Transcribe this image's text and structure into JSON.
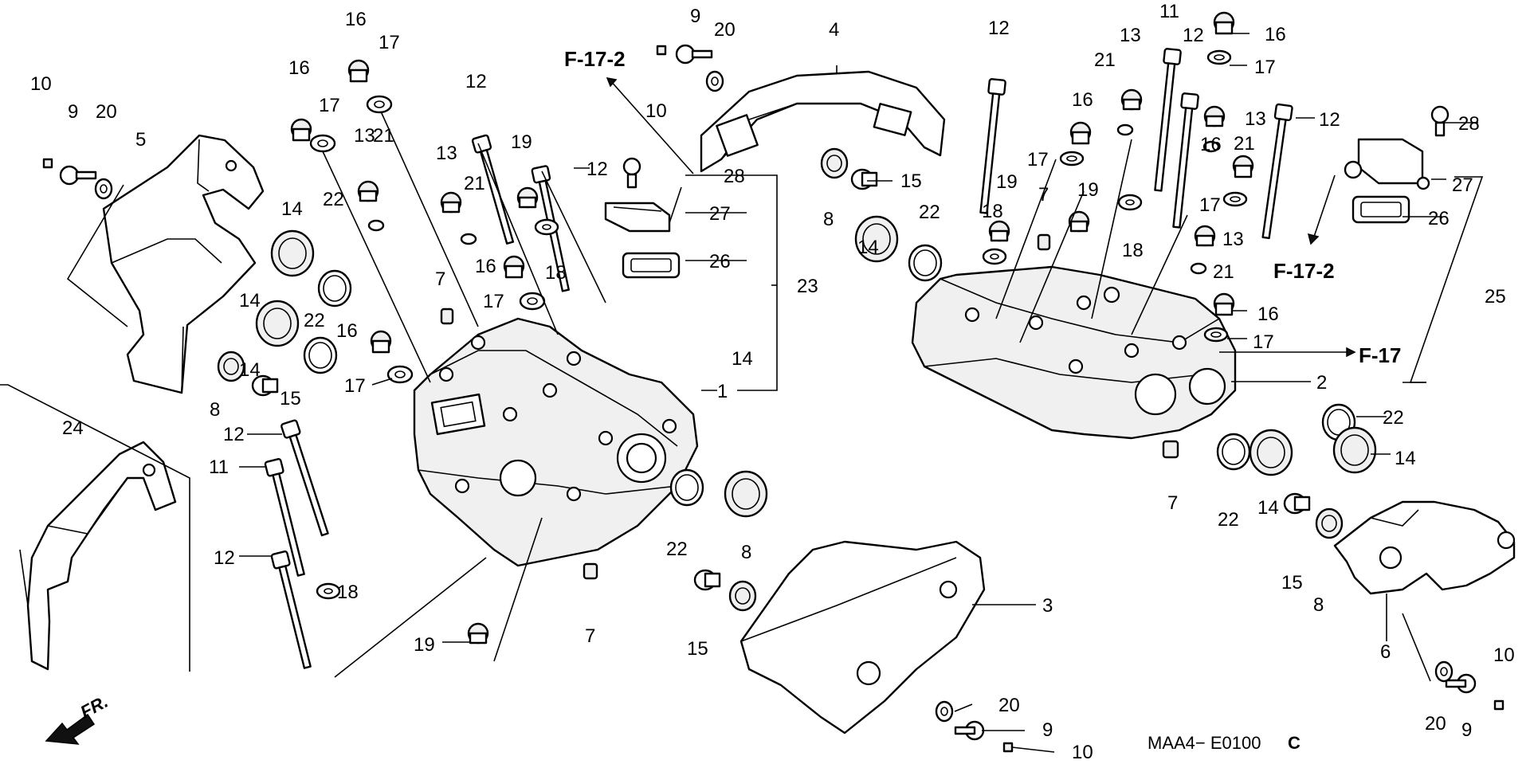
{
  "diagram": {
    "callouts": [
      {
        "id": "c1",
        "text": "1"
      },
      {
        "id": "c2",
        "text": "2"
      },
      {
        "id": "c3",
        "text": "3"
      },
      {
        "id": "c4",
        "text": "4"
      },
      {
        "id": "c5",
        "text": "5"
      },
      {
        "id": "c6",
        "text": "6"
      },
      {
        "id": "c7a",
        "text": "7"
      },
      {
        "id": "c7b",
        "text": "7"
      },
      {
        "id": "c7c",
        "text": "7"
      },
      {
        "id": "c7d",
        "text": "7"
      },
      {
        "id": "c8a",
        "text": "8"
      },
      {
        "id": "c8b",
        "text": "8"
      },
      {
        "id": "c8c",
        "text": "8"
      },
      {
        "id": "c8d",
        "text": "8"
      },
      {
        "id": "c9a",
        "text": "9"
      },
      {
        "id": "c9b",
        "text": "9"
      },
      {
        "id": "c9c",
        "text": "9"
      },
      {
        "id": "c9d",
        "text": "9"
      },
      {
        "id": "c10a",
        "text": "10"
      },
      {
        "id": "c10b",
        "text": "10"
      },
      {
        "id": "c10c",
        "text": "10"
      },
      {
        "id": "c10d",
        "text": "10"
      },
      {
        "id": "c11a",
        "text": "11"
      },
      {
        "id": "c11b",
        "text": "11"
      },
      {
        "id": "c12a",
        "text": "12"
      },
      {
        "id": "c12b",
        "text": "12"
      },
      {
        "id": "c12c",
        "text": "12"
      },
      {
        "id": "c12d",
        "text": "12"
      },
      {
        "id": "c12e",
        "text": "12"
      },
      {
        "id": "c12f",
        "text": "12"
      },
      {
        "id": "c12g",
        "text": "12"
      },
      {
        "id": "c13a",
        "text": "13"
      },
      {
        "id": "c13b",
        "text": "13"
      },
      {
        "id": "c13c",
        "text": "13"
      },
      {
        "id": "c13d",
        "text": "13"
      },
      {
        "id": "c13e",
        "text": "13"
      },
      {
        "id": "c14a",
        "text": "14"
      },
      {
        "id": "c14b",
        "text": "14"
      },
      {
        "id": "c14c",
        "text": "14"
      },
      {
        "id": "c14d",
        "text": "14"
      },
      {
        "id": "c14e",
        "text": "14"
      },
      {
        "id": "c14f",
        "text": "14"
      },
      {
        "id": "c14g",
        "text": "14"
      },
      {
        "id": "c15a",
        "text": "15"
      },
      {
        "id": "c15b",
        "text": "15"
      },
      {
        "id": "c15c",
        "text": "15"
      },
      {
        "id": "c15d",
        "text": "15"
      },
      {
        "id": "c16a",
        "text": "16"
      },
      {
        "id": "c16b",
        "text": "16"
      },
      {
        "id": "c16c",
        "text": "16"
      },
      {
        "id": "c16d",
        "text": "16"
      },
      {
        "id": "c16e",
        "text": "16"
      },
      {
        "id": "c16f",
        "text": "16"
      },
      {
        "id": "c16g",
        "text": "16"
      },
      {
        "id": "c16h",
        "text": "16"
      },
      {
        "id": "c17a",
        "text": "17"
      },
      {
        "id": "c17b",
        "text": "17"
      },
      {
        "id": "c17c",
        "text": "17"
      },
      {
        "id": "c17d",
        "text": "17"
      },
      {
        "id": "c17e",
        "text": "17"
      },
      {
        "id": "c17f",
        "text": "17"
      },
      {
        "id": "c17g",
        "text": "17"
      },
      {
        "id": "c17h",
        "text": "17"
      },
      {
        "id": "c18a",
        "text": "18"
      },
      {
        "id": "c18b",
        "text": "18"
      },
      {
        "id": "c18c",
        "text": "18"
      },
      {
        "id": "c18d",
        "text": "18"
      },
      {
        "id": "c19a",
        "text": "19"
      },
      {
        "id": "c19b",
        "text": "19"
      },
      {
        "id": "c19c",
        "text": "19"
      },
      {
        "id": "c19d",
        "text": "19"
      },
      {
        "id": "c20a",
        "text": "20"
      },
      {
        "id": "c20b",
        "text": "20"
      },
      {
        "id": "c20c",
        "text": "20"
      },
      {
        "id": "c20d",
        "text": "20"
      },
      {
        "id": "c21a",
        "text": "21"
      },
      {
        "id": "c21b",
        "text": "21"
      },
      {
        "id": "c21c",
        "text": "21"
      },
      {
        "id": "c21d",
        "text": "21"
      },
      {
        "id": "c21e",
        "text": "21"
      },
      {
        "id": "c22a",
        "text": "22"
      },
      {
        "id": "c22b",
        "text": "22"
      },
      {
        "id": "c22c",
        "text": "22"
      },
      {
        "id": "c22d",
        "text": "22"
      },
      {
        "id": "c22e",
        "text": "22"
      },
      {
        "id": "c22f",
        "text": "22"
      },
      {
        "id": "c23",
        "text": "23"
      },
      {
        "id": "c24",
        "text": "24"
      },
      {
        "id": "c25",
        "text": "25"
      },
      {
        "id": "c26a",
        "text": "26"
      },
      {
        "id": "c26b",
        "text": "26"
      },
      {
        "id": "c27a",
        "text": "27"
      },
      {
        "id": "c27b",
        "text": "27"
      },
      {
        "id": "c28a",
        "text": "28"
      },
      {
        "id": "c28b",
        "text": "28"
      }
    ],
    "references": {
      "ref_f17_2_top": "F-17-2",
      "ref_f17_2_right": "F-17-2",
      "ref_f17": "F-17"
    },
    "direction_label": "FR.",
    "diagram_code": "MAA4− E0100",
    "diagram_code_suffix": "C"
  }
}
